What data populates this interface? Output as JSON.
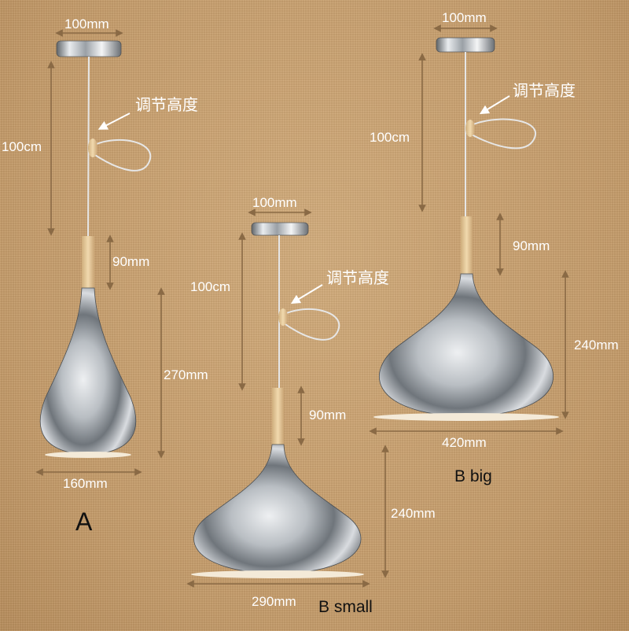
{
  "colors": {
    "background": "#c9a271",
    "chrome": "#c8ccd0",
    "wood": "#e3c594",
    "label": "#ffffff",
    "caption": "#111111"
  },
  "lamp_a": {
    "canopy_width": "100mm",
    "cord_length": "100cm",
    "adjust_label": "调节高度",
    "wood_length": "90mm",
    "shade_height": "270mm",
    "shade_width": "160mm",
    "caption": "A"
  },
  "lamp_b_small": {
    "canopy_width": "100mm",
    "cord_length": "100cm",
    "adjust_label": "调节高度",
    "wood_length": "90mm",
    "shade_height": "240mm",
    "shade_width": "290mm",
    "caption": "B small"
  },
  "lamp_b_big": {
    "canopy_width": "100mm",
    "cord_length": "100cm",
    "adjust_label": "调节高度",
    "wood_length": "90mm",
    "shade_height": "240mm",
    "shade_width": "420mm",
    "caption": "B big"
  }
}
